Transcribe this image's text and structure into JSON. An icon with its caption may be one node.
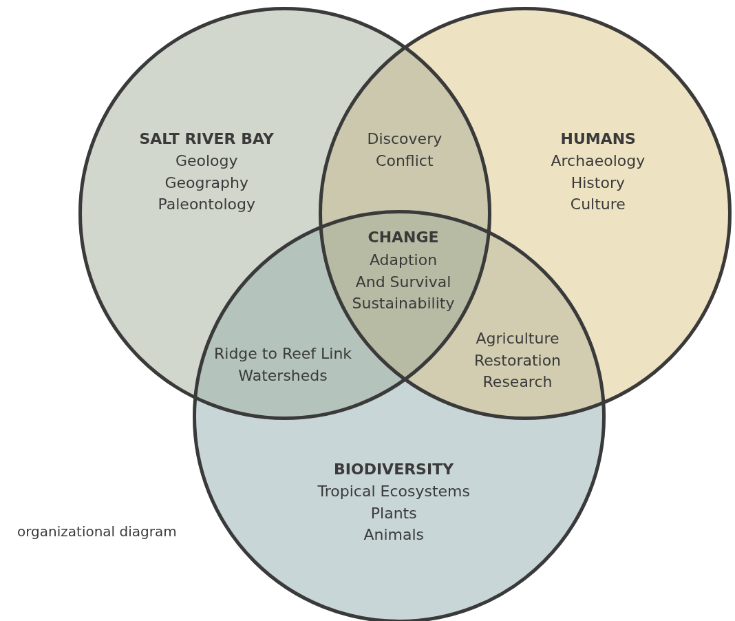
{
  "diagram": {
    "caption": "organizational diagram",
    "nodes": [
      {
        "text": [
          "SALT RIVER BAY",
          "Geology Geography Paleontology"
        ]
      },
      {
        "text": [
          "HUMANS",
          "Archaeology History Culture"
        ]
      },
      {
        "text": [
          "BIODIVERSITY",
          "Tropical Ecosystems Plants Animals"
        ]
      }
    ],
    "edges": [],
    "labels": [
      "Discovery Conflict",
      "CHANGE",
      "Adaption And Survival Sustainability",
      "Agriculture Restoration Research",
      "Ridge to Reef Link Watersheds"
    ]
  }
}
